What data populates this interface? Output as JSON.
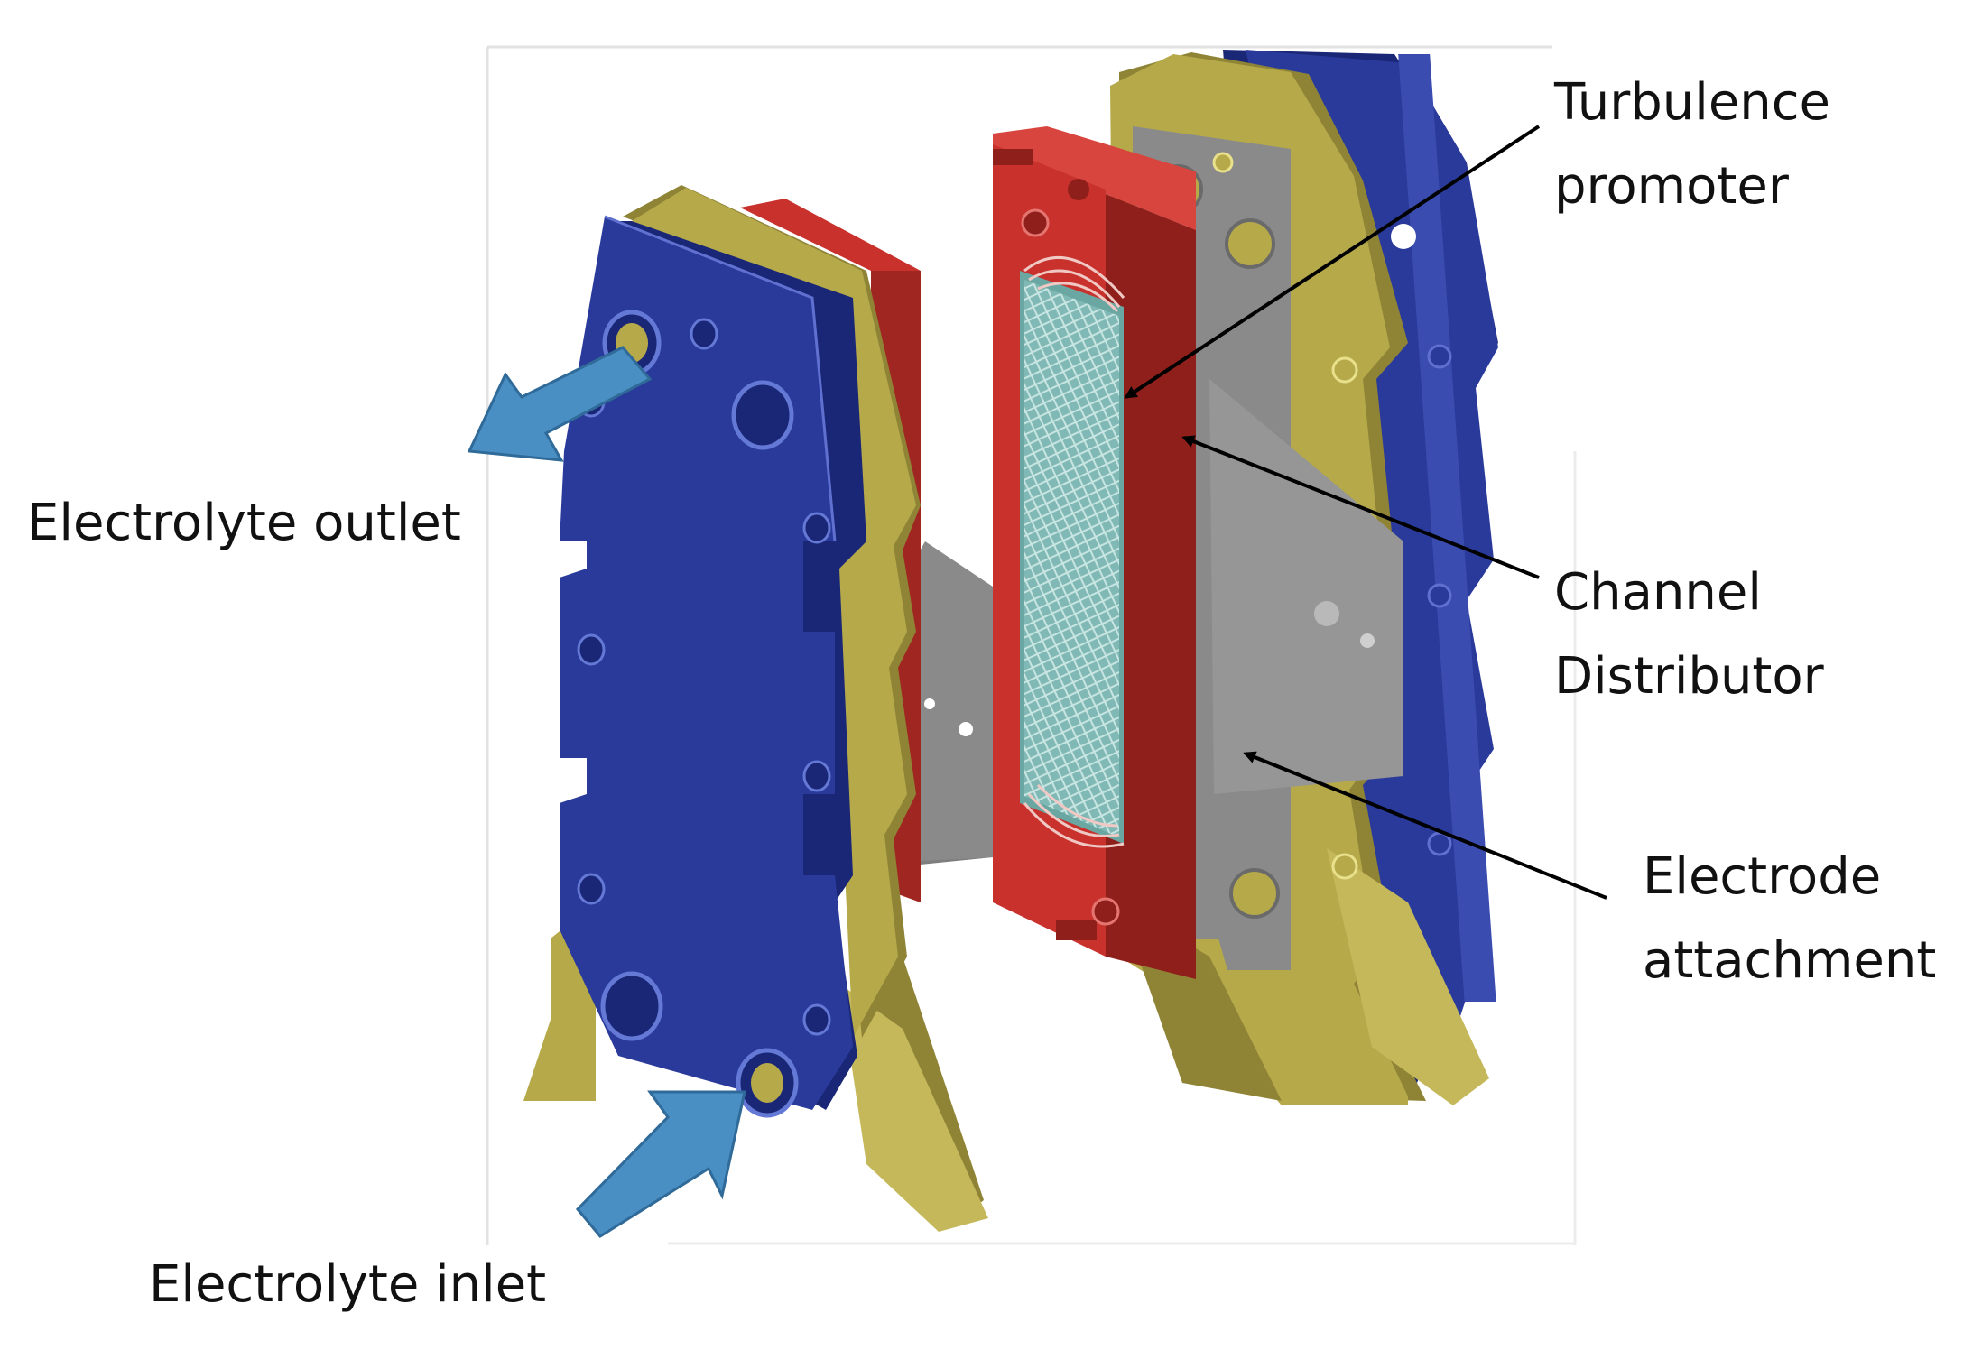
{
  "labels": {
    "outlet": "Electrolyte outlet",
    "inlet": "Electrolyte inlet",
    "turbulence_line1": "Turbulence",
    "turbulence_line2": "promoter",
    "channel_line1": "Channel",
    "channel_line2": "Distributor",
    "electrode_line1": "Electrode",
    "electrode_line2": "attachment"
  },
  "colors": {
    "blue_plate": "#2a3a9a",
    "blue_edge": "#1a2676",
    "olive_plate": "#b5a94a",
    "olive_edge": "#8f8436",
    "red_frame": "#c8312c",
    "red_edge": "#8f1f1b",
    "grey_electrode": "#8a8a8a",
    "mesh": "#7fb8b4",
    "flow_arrow": "#4a8fc4"
  }
}
